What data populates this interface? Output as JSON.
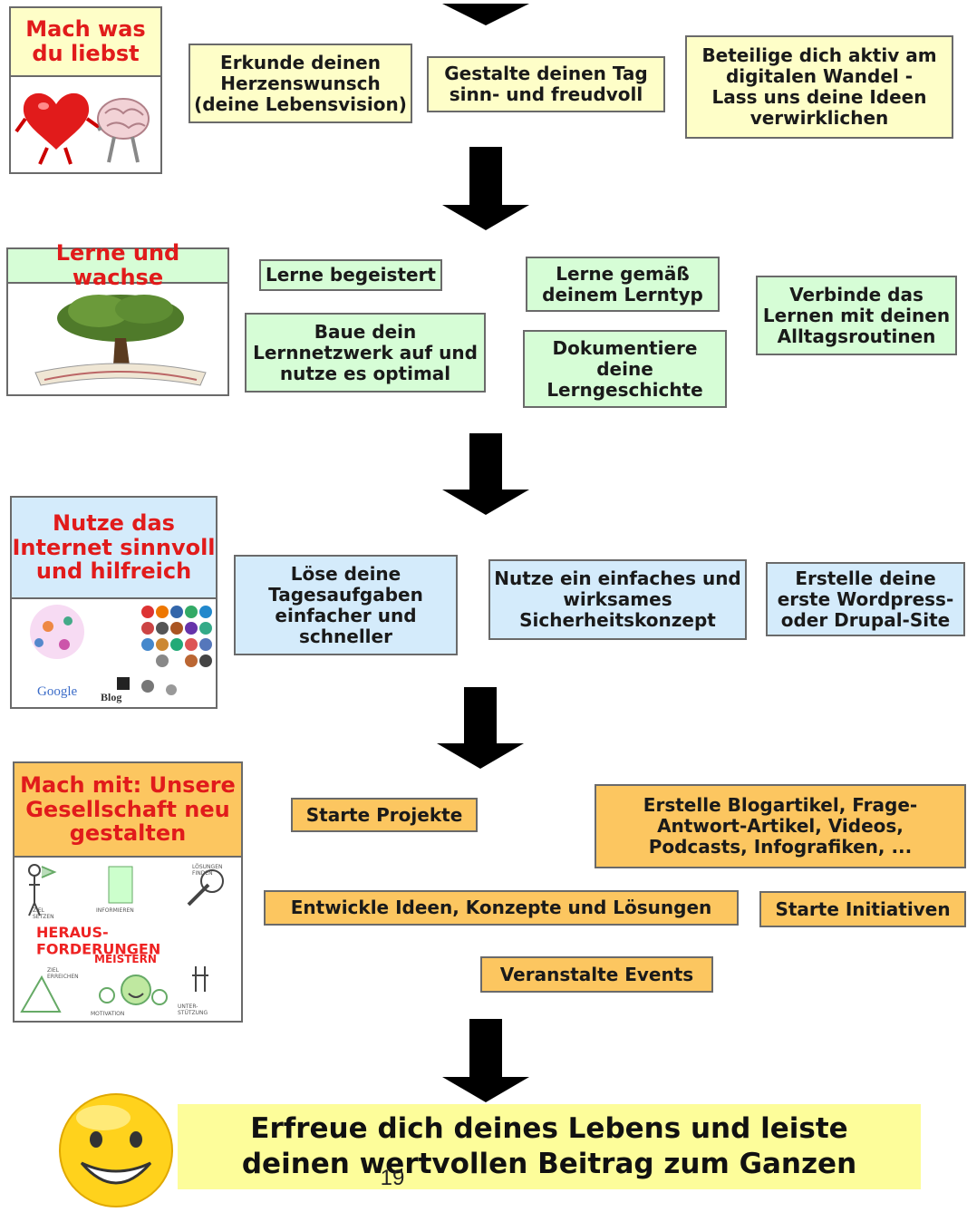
{
  "section1": {
    "title": "Mach was\ndu liebst",
    "items": [
      "Erkunde deinen\nHerzenswunsch\n(deine Lebensvision)",
      "Gestalte deinen Tag\nsinn- und freudvoll",
      "Beteilige dich aktiv am\ndigitalen Wandel -\nLass uns deine Ideen\nverwirklichen"
    ]
  },
  "section2": {
    "title": "Lerne und wachse",
    "items": [
      "Lerne begeistert",
      "Baue dein\nLernnetzwerk auf und\nnutze es optimal",
      "Lerne gemäß\ndeinem Lerntyp",
      "Dokumentiere\ndeine\nLerngeschichte",
      "Verbinde das\nLernen mit deinen\nAlltagsroutinen"
    ]
  },
  "section3": {
    "title": "Nutze das\nInternet sinnvoll\nund hilfreich",
    "image_labels": {
      "google": "Google",
      "blog": "Blog"
    },
    "items": [
      "Löse deine\nTagesaufgaben\neinfacher und\nschneller",
      "Nutze ein einfaches und\nwirksames\nSicherheitskonzept",
      "Erstelle deine\nerste Wordpress-\noder Drupal-Site"
    ]
  },
  "section4": {
    "title": "Mach mit: Unsere\nGesellschaft neu\ngestalten",
    "image_labels": {
      "main": "HERAUS-\nFORDERUNGEN",
      "meistern": "MEISTERN",
      "ziel_setzen": "ZIEL\nSETZEN",
      "informieren": "INFORMIEREN",
      "loesungen": "LÖSUNGEN\nFINDEN",
      "ziel_erreichen": "ZIEL\nERREICHEN",
      "motivation": "MOTIVATION",
      "unterstuetzung": "UNTER-\nSTÜTZUNG"
    },
    "items": [
      "Starte Projekte",
      "Erstelle Blogartikel, Frage-\nAntwort-Artikel, Videos,\nPodcasts, Infografiken, ...",
      "Entwickle Ideen, Konzepte und Lösungen",
      "Starte Initiativen",
      "Veranstalte Events"
    ]
  },
  "footer": {
    "text": "Erfreue dich deines Lebens und leiste\ndeinen wertvollen Beitrag zum Ganzen"
  },
  "page_number": "19",
  "colors": {
    "yellow": "#fefec8",
    "green": "#d6fdd6",
    "blue": "#d4ebfb",
    "orange": "#fcc660",
    "title_red": "#e11b1b",
    "footer_bar": "#fdfd9a"
  }
}
